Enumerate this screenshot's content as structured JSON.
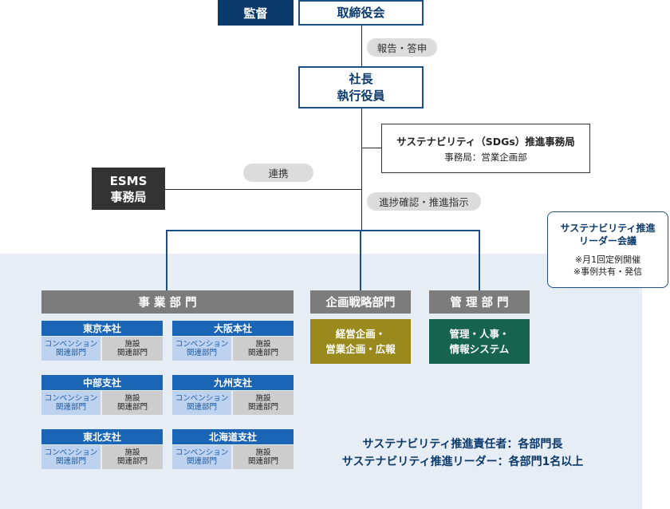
{
  "top": {
    "audit": "監督",
    "board": "取締役会",
    "report_label": "報告・答申",
    "president": [
      "社長",
      "執行役員"
    ],
    "sdgs_office": {
      "title": "サステナビリティ（SDGs）推進事務局",
      "sub": "事務局：営業企画部"
    },
    "liaison_label": "連携",
    "esms": [
      "ESMS",
      "事務局"
    ],
    "progress_label": "進捗確認・推進指示"
  },
  "council": {
    "title": [
      "サステナビリティ推進",
      "リーダー会議"
    ],
    "notes": [
      "※月1回定例開催",
      "※事例共有・発信"
    ]
  },
  "divisions": {
    "business": {
      "title": "事 業 部 門",
      "branches": [
        {
          "name": "東京本社",
          "conv": [
            "コンベンション",
            "関連部門"
          ],
          "fac": [
            "施設",
            "関連部門"
          ]
        },
        {
          "name": "大阪本社",
          "conv": [
            "コンベンション",
            "関連部門"
          ],
          "fac": [
            "施設",
            "関連部門"
          ]
        },
        {
          "name": "中部支社",
          "conv": [
            "コンベンション",
            "関連部門"
          ],
          "fac": [
            "施設",
            "関連部門"
          ]
        },
        {
          "name": "九州支社",
          "conv": [
            "コンベンション",
            "関連部門"
          ],
          "fac": [
            "施設",
            "関連部門"
          ]
        },
        {
          "name": "東北支社",
          "conv": [
            "コンベンション",
            "関連部門"
          ],
          "fac": [
            "施設",
            "関連部門"
          ]
        },
        {
          "name": "北海道支社",
          "conv": [
            "コンベンション",
            "関連部門"
          ],
          "fac": [
            "施設",
            "関連部門"
          ]
        }
      ]
    },
    "planning": {
      "title": "企画戦略部門",
      "body": [
        "経営企画・",
        "営業企画・広報"
      ]
    },
    "management": {
      "title": "管 理 部 門",
      "body": [
        "管理・人事・",
        "情報システム"
      ]
    }
  },
  "notes": [
    "サステナビリティ推進責任者：各部門長",
    "サステナビリティ推進リーダー：各部門1名以上"
  ]
}
